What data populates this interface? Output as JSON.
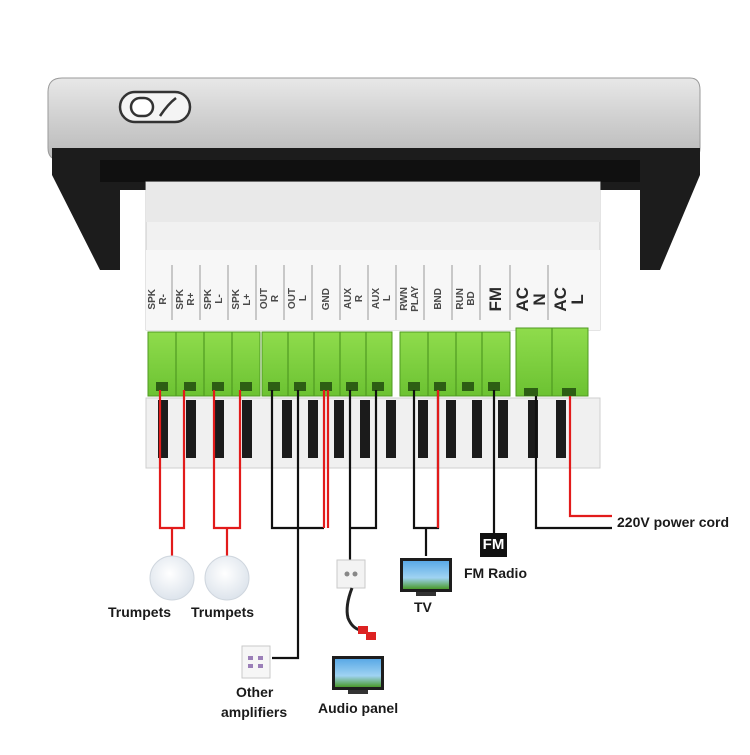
{
  "terminals": [
    {
      "id": "spk-r-neg",
      "text": "SPK\nR-"
    },
    {
      "id": "spk-r-pos",
      "text": "SPK\nR+"
    },
    {
      "id": "spk-l-neg",
      "text": "SPK\nL-"
    },
    {
      "id": "spk-l-pos",
      "text": "SPK\nL+"
    },
    {
      "id": "out-r",
      "text": "OUT\nR"
    },
    {
      "id": "out-l",
      "text": "OUT\nL"
    },
    {
      "id": "gnd",
      "text": "GND"
    },
    {
      "id": "aux-r",
      "text": "AUX\nR"
    },
    {
      "id": "aux-l",
      "text": "AUX\nL"
    },
    {
      "id": "rwn-play",
      "text": "RWN\nPLAY"
    },
    {
      "id": "bnd",
      "text": "BND"
    },
    {
      "id": "run-bd",
      "text": "RUN\nBD"
    },
    {
      "id": "fm",
      "text": "FM"
    },
    {
      "id": "ac-n",
      "text": "AC\nN"
    },
    {
      "id": "ac-l",
      "text": "AC\nL"
    }
  ],
  "labels": {
    "trumpets_1": "Trumpets",
    "trumpets_2": "Trumpets",
    "other_amplifiers_line1": "Other",
    "other_amplifiers_line2": "amplifiers",
    "audio_panel": "Audio panel",
    "tv": "TV",
    "fm_icon": "FM",
    "fm_radio": "FM Radio",
    "power_cord": "220V power cord"
  },
  "colors": {
    "wire_red": "#e21b1b",
    "wire_black": "#111111",
    "terminal_green": "#7ecf3e",
    "terminal_green_dark": "#5aa82a",
    "housing": "#eeeeee",
    "bezel": "#1c1c1c"
  },
  "icons": [
    "ceiling-speaker-icon",
    "wall-panel-icon",
    "rca-cable-icon",
    "tv-icon",
    "fm-icon"
  ]
}
